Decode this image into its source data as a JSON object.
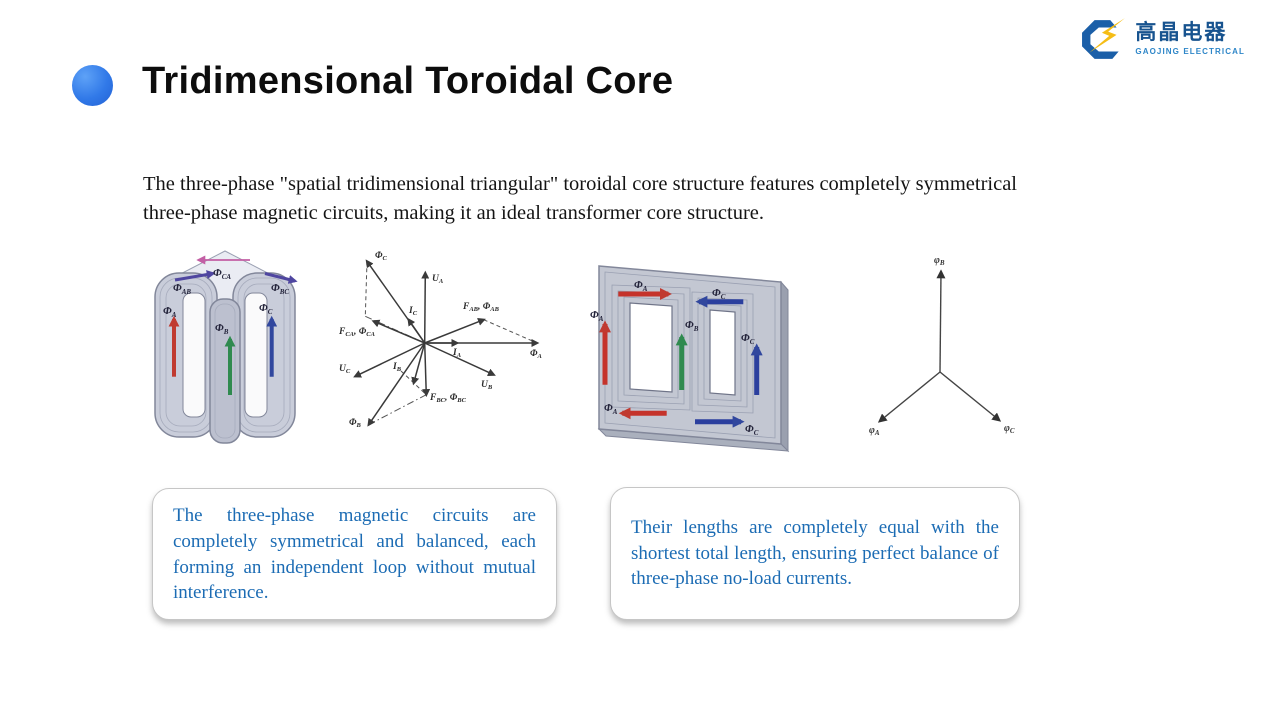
{
  "slide": {
    "background": "#ffffff"
  },
  "logo": {
    "cn": "高晶电器",
    "en": "GAOJING ELECTRICAL",
    "brand_blue": "#1b5fa8",
    "brand_yellow": "#f5bd16"
  },
  "header": {
    "title": "Tridimensional Toroidal Core",
    "bullet_color": "#3179e8"
  },
  "intro": {
    "text": "The three-phase \"spatial tridimensional triangular\" toroidal core structure features completely symmetrical three-phase magnetic circuits, making it an ideal transformer core structure."
  },
  "figures": {
    "core3d": {
      "name": "3D tridimensional toroidal core",
      "labels": {
        "phi_a": {
          "m": "Φ",
          "s": "A"
        },
        "phi_b": {
          "m": "Φ",
          "s": "B"
        },
        "phi_c": {
          "m": "Φ",
          "s": "C"
        },
        "phi_ca": {
          "m": "Φ",
          "s": "CA"
        },
        "phi_ab": {
          "m": "Φ",
          "s": "AB"
        },
        "phi_bc": {
          "m": "Φ",
          "s": "BC"
        }
      }
    },
    "phasor": {
      "name": "three-phase phasor diagram",
      "labels": {
        "ua": {
          "m": "U",
          "s": "A"
        },
        "ub": {
          "m": "U",
          "s": "B"
        },
        "uc": {
          "m": "U",
          "s": "C"
        },
        "ia": {
          "m": "I",
          "s": "A"
        },
        "ib": {
          "m": "I",
          "s": "B"
        },
        "ic": {
          "m": "I",
          "s": "C"
        },
        "phia": {
          "m": "Φ",
          "s": "A"
        },
        "phib": {
          "m": "Φ",
          "s": "B"
        },
        "phic": {
          "m": "Φ",
          "s": "C"
        },
        "fab": {
          "m": "F",
          "s": "AB",
          "m2": ", Φ",
          "s2": "AB"
        },
        "fca": {
          "m": "F",
          "s": "CA",
          "m2": ", Φ",
          "s2": "CA"
        },
        "fbc": {
          "m": "F",
          "s": "BC",
          "m2": ", Φ",
          "s2": "BC"
        }
      }
    },
    "core2d": {
      "name": "planar laminated core",
      "labels": {
        "phi_a": {
          "m": "Φ",
          "s": "A"
        },
        "phi_b": {
          "m": "Φ",
          "s": "B"
        },
        "phi_c": {
          "m": "Φ",
          "s": "C"
        }
      }
    },
    "star": {
      "name": "three-phase flux star",
      "labels": {
        "a": {
          "m": "φ",
          "s": "A"
        },
        "b": {
          "m": "φ",
          "s": "B"
        },
        "c": {
          "m": "φ",
          "s": "C"
        }
      }
    }
  },
  "callouts": {
    "left": {
      "text": "The three-phase magnetic circuits are completely symmetrical and balanced, each forming an independent loop without mutual interference."
    },
    "right": {
      "text": "Their lengths are completely equal with the shortest total length, ensuring perfect balance of three-phase no-load currents."
    }
  },
  "colors": {
    "callout_text": "#1c6cb4",
    "arrow_red": "#c03a30",
    "arrow_green": "#2f8a4f",
    "arrow_blue": "#31479e",
    "arrow_pink": "#c35fa5",
    "arrow_purple": "#4f46a0"
  }
}
